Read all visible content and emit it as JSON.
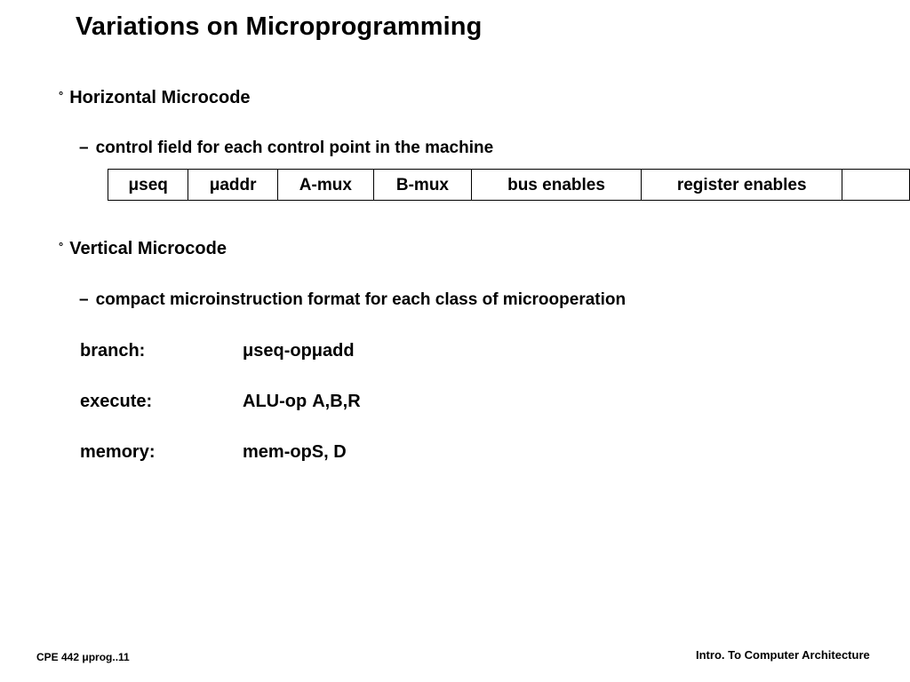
{
  "slide": {
    "title": "Variations on Microprogramming",
    "sections": [
      {
        "bullet_marker": "°",
        "heading": "Horizontal Microcode",
        "sub_marker": "–",
        "sub_text": "control field for each control point in the machine"
      },
      {
        "bullet_marker": "°",
        "heading": "Vertical Microcode",
        "sub_marker": "–",
        "sub_text": "compact microinstruction format for each class of microoperation"
      }
    ],
    "field_table": {
      "cells": [
        "μseq",
        "μaddr",
        "A-mux",
        "B-mux",
        "bus enables",
        "register enables",
        ""
      ]
    },
    "formats": [
      {
        "label": "branch:",
        "op": "μseq-op",
        "args": "μadd"
      },
      {
        "label": "execute:",
        "op": "ALU-op",
        "args": "A,B,R"
      },
      {
        "label": "memory:",
        "op": "mem-op",
        "args": "S, D"
      }
    ],
    "footer": {
      "left": "CPE 442  μprog..11",
      "right": "Intro. To Computer Architecture"
    }
  }
}
